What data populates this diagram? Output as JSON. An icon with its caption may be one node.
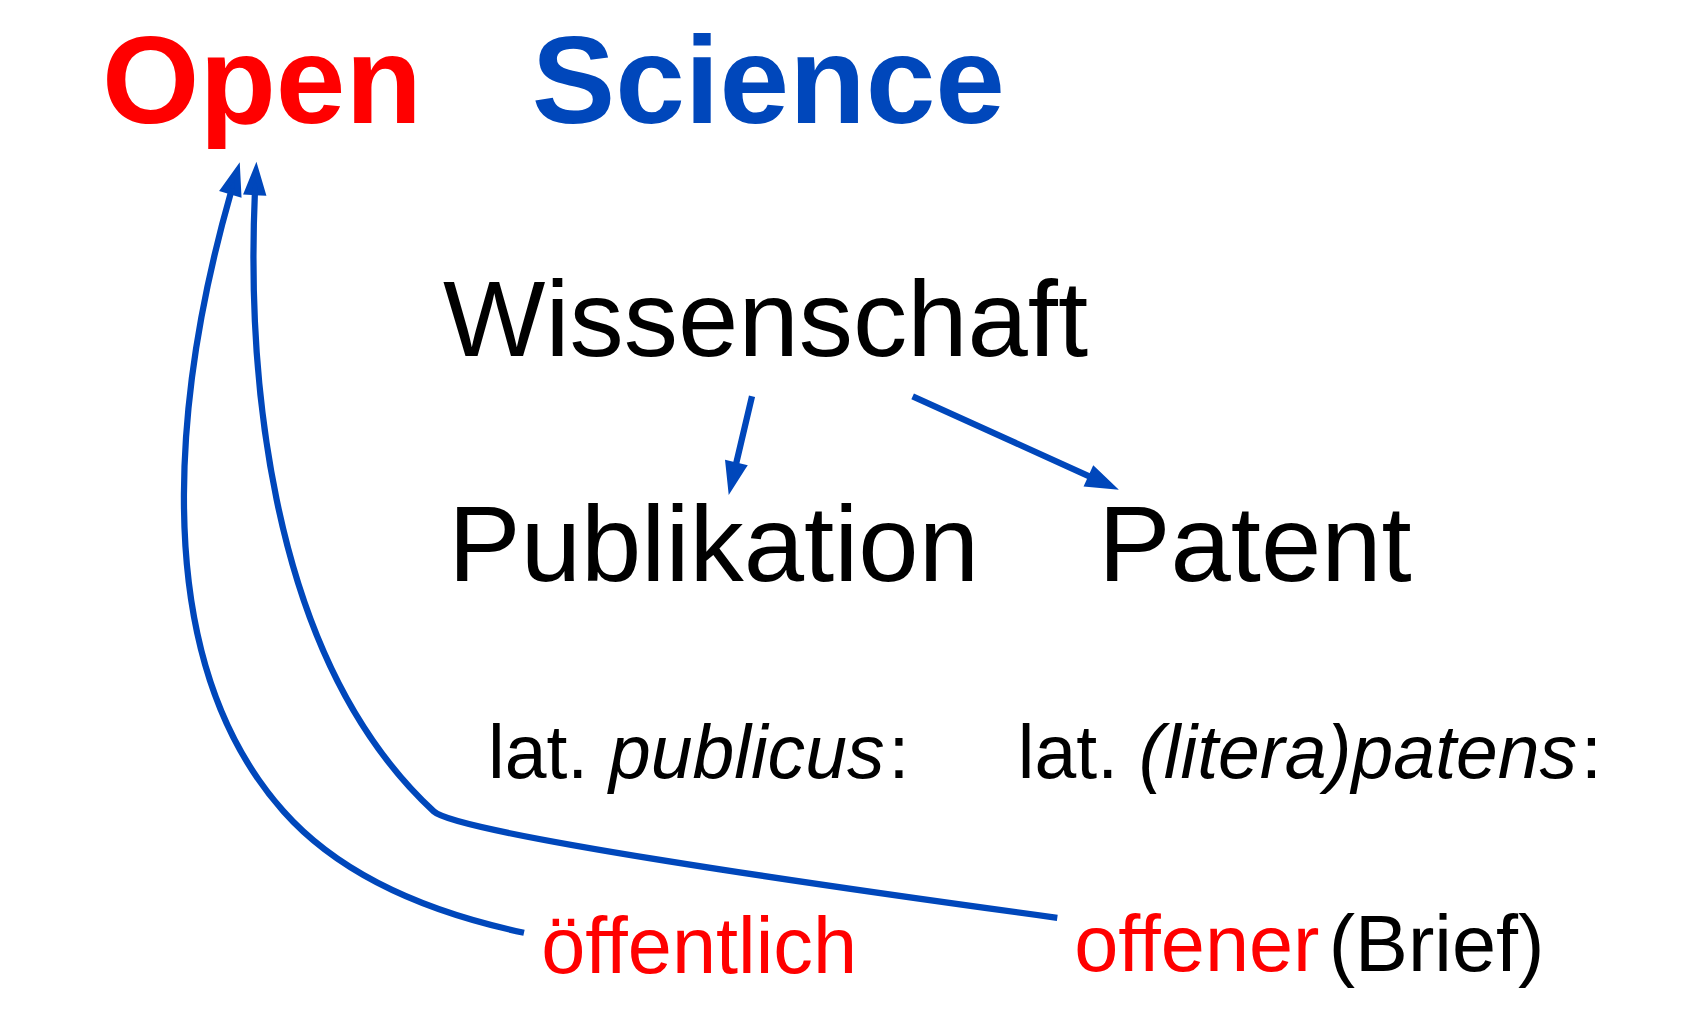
{
  "diagram": {
    "nodes": [
      {
        "text": [
          "Open"
        ]
      },
      {
        "text": [
          "Science"
        ]
      },
      {
        "text": [
          "Wissenschaft"
        ]
      },
      {
        "text": [
          "Publikation"
        ]
      },
      {
        "text": [
          "Patent"
        ]
      },
      {
        "text": [
          "öffentlich"
        ]
      },
      {
        "text": [
          "offener"
        ],
        "beside": [
          "(Brief)"
        ]
      }
    ],
    "edges": [
      {
        "from": 2,
        "to": 3,
        "arrow": "to"
      },
      {
        "from": 2,
        "to": 4,
        "arrow": "to"
      },
      {
        "from": 5,
        "to": 0,
        "arrow": "to"
      },
      {
        "from": 6,
        "to": 0,
        "arrow": "to"
      }
    ],
    "labels": [
      "lat. *publicus*:",
      "lat. *(litera)patens*:"
    ]
  }
}
